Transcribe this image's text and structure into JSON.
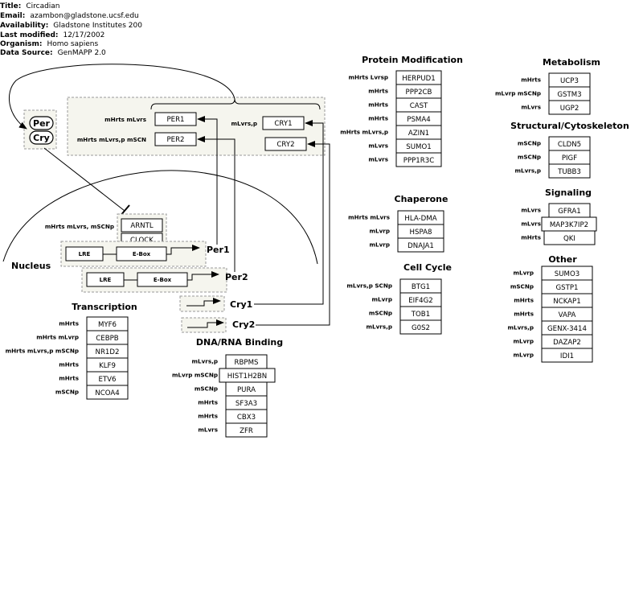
{
  "header": [
    {
      "label": "Title:",
      "value": "Circadian"
    },
    {
      "label": "Email:",
      "value": "azambon@gladstone.ucsf.edu"
    },
    {
      "label": "Availability:",
      "value": "Gladstone Institutes 200"
    },
    {
      "label": "Last modified:",
      "value": "12/17/2002"
    },
    {
      "label": "Organism:",
      "value": "Homo sapiens"
    },
    {
      "label": "Data Source:",
      "value": "GenMAPP 2.0"
    }
  ],
  "pathway": {
    "per_label": "Per",
    "cry_label": "Cry",
    "nucleus_label": "Nucleus",
    "core_genes": [
      {
        "name": "PER1",
        "tag": "mHrts mLvrs"
      },
      {
        "name": "PER2",
        "tag": "mHrts mLvrs,p  mSCN"
      },
      {
        "name": "CRY1",
        "tag": "mLvrs,p"
      },
      {
        "name": "CRY2",
        "tag": ""
      }
    ],
    "activators": {
      "tag": "mHrts mLvrs, mSCNp",
      "genes": [
        "ARNTL",
        "CLOCK"
      ]
    },
    "promoters": [
      {
        "elements": [
          "LRE",
          "E-Box"
        ],
        "gene": "Per1"
      },
      {
        "elements": [
          "LRE",
          "E-Box"
        ],
        "gene": "Per2"
      }
    ],
    "cry_promoters": [
      "Cry1",
      "Cry2"
    ]
  },
  "groups": [
    {
      "title": "Protein Modification",
      "genes": [
        {
          "tag": "mHrts Lvrsp",
          "name": "HERPUD1"
        },
        {
          "tag": "mHrts",
          "name": "PPP2CB"
        },
        {
          "tag": "mHrts",
          "name": "CAST"
        },
        {
          "tag": "mHrts",
          "name": "PSMA4"
        },
        {
          "tag": "mHrts mLvrs,p",
          "name": "AZIN1"
        },
        {
          "tag": "mLvrs",
          "name": "SUMO1"
        },
        {
          "tag": "mLvrs",
          "name": "PPP1R3C"
        }
      ]
    },
    {
      "title": "Metabolism",
      "genes": [
        {
          "tag": "mHrts",
          "name": "UCP3"
        },
        {
          "tag": "mLvrp mSCNp",
          "name": "GSTM3"
        },
        {
          "tag": "mLvrs",
          "name": "UGP2"
        }
      ]
    },
    {
      "title": "Structural/Cytoskeleton",
      "genes": [
        {
          "tag": "mSCNp",
          "name": "CLDN5"
        },
        {
          "tag": "mSCNp",
          "name": "PIGF"
        },
        {
          "tag": "mLvrs,p",
          "name": "TUBB3"
        }
      ]
    },
    {
      "title": "Chaperone",
      "genes": [
        {
          "tag": "mHrts mLvrs",
          "name": "HLA-DMA"
        },
        {
          "tag": "mLvrp",
          "name": "HSPA8"
        },
        {
          "tag": "mLvrp",
          "name": "DNAJA1"
        }
      ]
    },
    {
      "title": "Signaling",
      "genes": [
        {
          "tag": "mLvrs",
          "name": "GFRA1"
        },
        {
          "tag": "mLvrs",
          "name": "MAP3K7IP2"
        },
        {
          "tag": "mHrts",
          "name": "QKI"
        }
      ]
    },
    {
      "title": "Cell Cycle",
      "genes": [
        {
          "tag": "mLvrs,p SCNp",
          "name": "BTG1"
        },
        {
          "tag": "mLvrp",
          "name": "EIF4G2"
        },
        {
          "tag": "mSCNp",
          "name": "TOB1"
        },
        {
          "tag": "mLvrs,p",
          "name": "G0S2"
        }
      ]
    },
    {
      "title": "Other",
      "genes": [
        {
          "tag": "mLvrp",
          "name": "SUMO3"
        },
        {
          "tag": "mSCNp",
          "name": "GSTP1"
        },
        {
          "tag": "mHrts",
          "name": "NCKAP1"
        },
        {
          "tag": "mHrts",
          "name": "VAPA"
        },
        {
          "tag": "mLvrs,p",
          "name": "GENX-3414"
        },
        {
          "tag": "mLvrp",
          "name": "DAZAP2"
        },
        {
          "tag": "mLvrp",
          "name": "IDI1"
        }
      ]
    },
    {
      "title": "Transcription",
      "genes": [
        {
          "tag": "mHrts",
          "name": "MYF6"
        },
        {
          "tag": "mHrts mLvrp",
          "name": "CEBPB"
        },
        {
          "tag": "mHrts mLvrs,p mSCNp",
          "name": "NR1D2"
        },
        {
          "tag": "mHrts",
          "name": "KLF9"
        },
        {
          "tag": "mHrts",
          "name": "ETV6"
        },
        {
          "tag": "mSCNp",
          "name": "NCOA4"
        }
      ]
    },
    {
      "title": "DNA/RNA Binding",
      "genes": [
        {
          "tag": "mLvrs,p",
          "name": "RBPMS"
        },
        {
          "tag": "mLvrp mSCNp",
          "name": "HIST1H2BN"
        },
        {
          "tag": "mSCNp",
          "name": "PURA"
        },
        {
          "tag": "mHrts",
          "name": "SF3A3"
        },
        {
          "tag": "mHrts",
          "name": "CBX3"
        },
        {
          "tag": "mLvrs",
          "name": "ZFR"
        }
      ]
    }
  ]
}
